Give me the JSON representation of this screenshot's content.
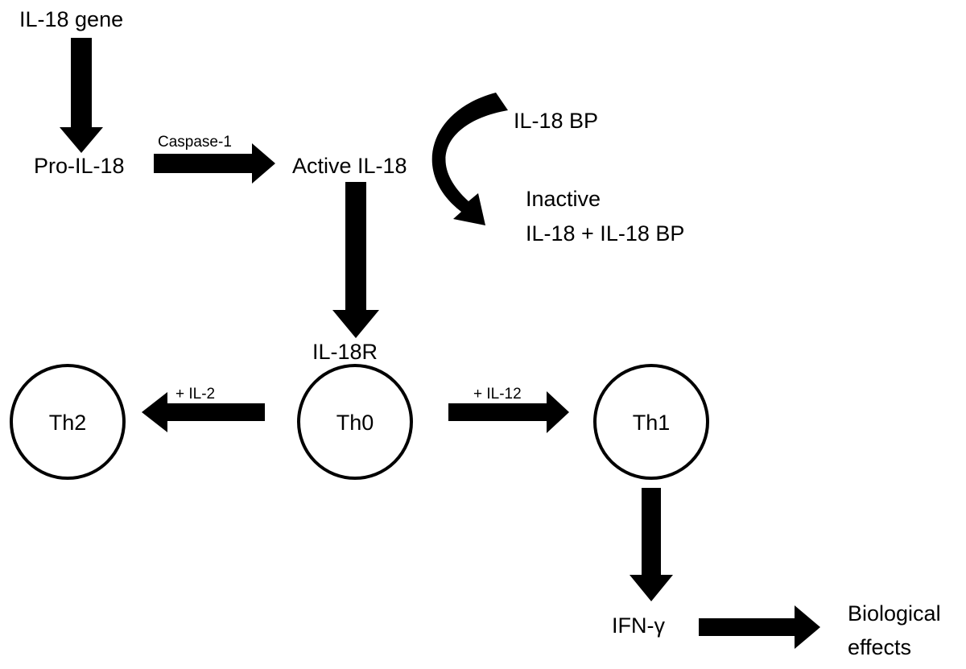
{
  "nodes": {
    "il18_gene": "IL-18 gene",
    "pro_il18": "Pro-IL-18",
    "active_il18": "Active IL-18",
    "il18_bp": "IL-18 BP",
    "inactive_line1": "Inactive",
    "inactive_line2": "IL-18 + IL-18 BP",
    "il18r": "IL-18R",
    "th0": "Th0",
    "th1": "Th1",
    "th2": "Th2",
    "ifn_gamma": "IFN-γ",
    "bio_line1": "Biological",
    "bio_line2": "effects"
  },
  "edges": {
    "caspase": "Caspase-1",
    "il2": "+ IL-2",
    "il12": "+ IL-12"
  },
  "colors": {
    "ink": "#000000",
    "background": "#ffffff"
  }
}
